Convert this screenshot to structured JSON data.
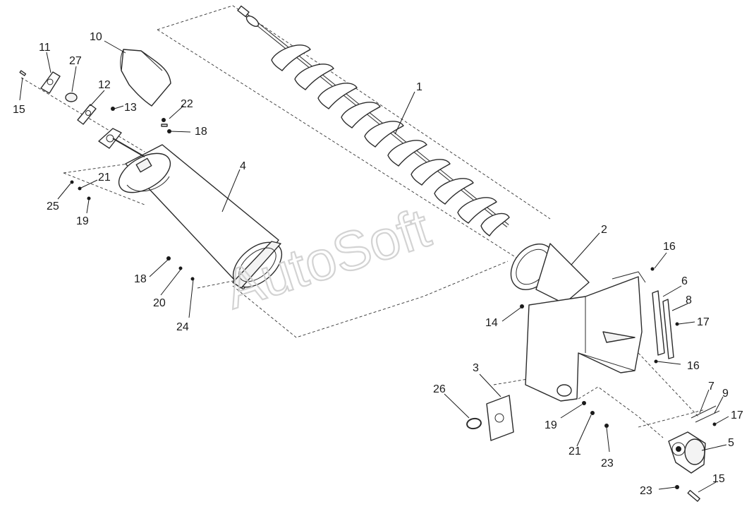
{
  "watermark": "AutoSoft",
  "callouts": [
    {
      "id": "c1",
      "text": "1"
    },
    {
      "id": "c2",
      "text": "2"
    },
    {
      "id": "c3",
      "text": "3"
    },
    {
      "id": "c4",
      "text": "4"
    },
    {
      "id": "c5",
      "text": "5"
    },
    {
      "id": "c6",
      "text": "6"
    },
    {
      "id": "c7",
      "text": "7"
    },
    {
      "id": "c8",
      "text": "8"
    },
    {
      "id": "c9",
      "text": "9"
    },
    {
      "id": "c10",
      "text": "10"
    },
    {
      "id": "c11",
      "text": "11"
    },
    {
      "id": "c12",
      "text": "12"
    },
    {
      "id": "c13",
      "text": "13"
    },
    {
      "id": "c14",
      "text": "14"
    },
    {
      "id": "c15a",
      "text": "15"
    },
    {
      "id": "c15b",
      "text": "15"
    },
    {
      "id": "c16a",
      "text": "16"
    },
    {
      "id": "c16b",
      "text": "16"
    },
    {
      "id": "c17a",
      "text": "17"
    },
    {
      "id": "c17b",
      "text": "17"
    },
    {
      "id": "c18a",
      "text": "18"
    },
    {
      "id": "c18b",
      "text": "18"
    },
    {
      "id": "c19a",
      "text": "19"
    },
    {
      "id": "c19b",
      "text": "19"
    },
    {
      "id": "c20",
      "text": "20"
    },
    {
      "id": "c21a",
      "text": "21"
    },
    {
      "id": "c21b",
      "text": "21"
    },
    {
      "id": "c22",
      "text": "22"
    },
    {
      "id": "c23a",
      "text": "23"
    },
    {
      "id": "c23b",
      "text": "23"
    },
    {
      "id": "c24",
      "text": "24"
    },
    {
      "id": "c25",
      "text": "25"
    },
    {
      "id": "c26",
      "text": "26"
    },
    {
      "id": "c27",
      "text": "27"
    }
  ]
}
